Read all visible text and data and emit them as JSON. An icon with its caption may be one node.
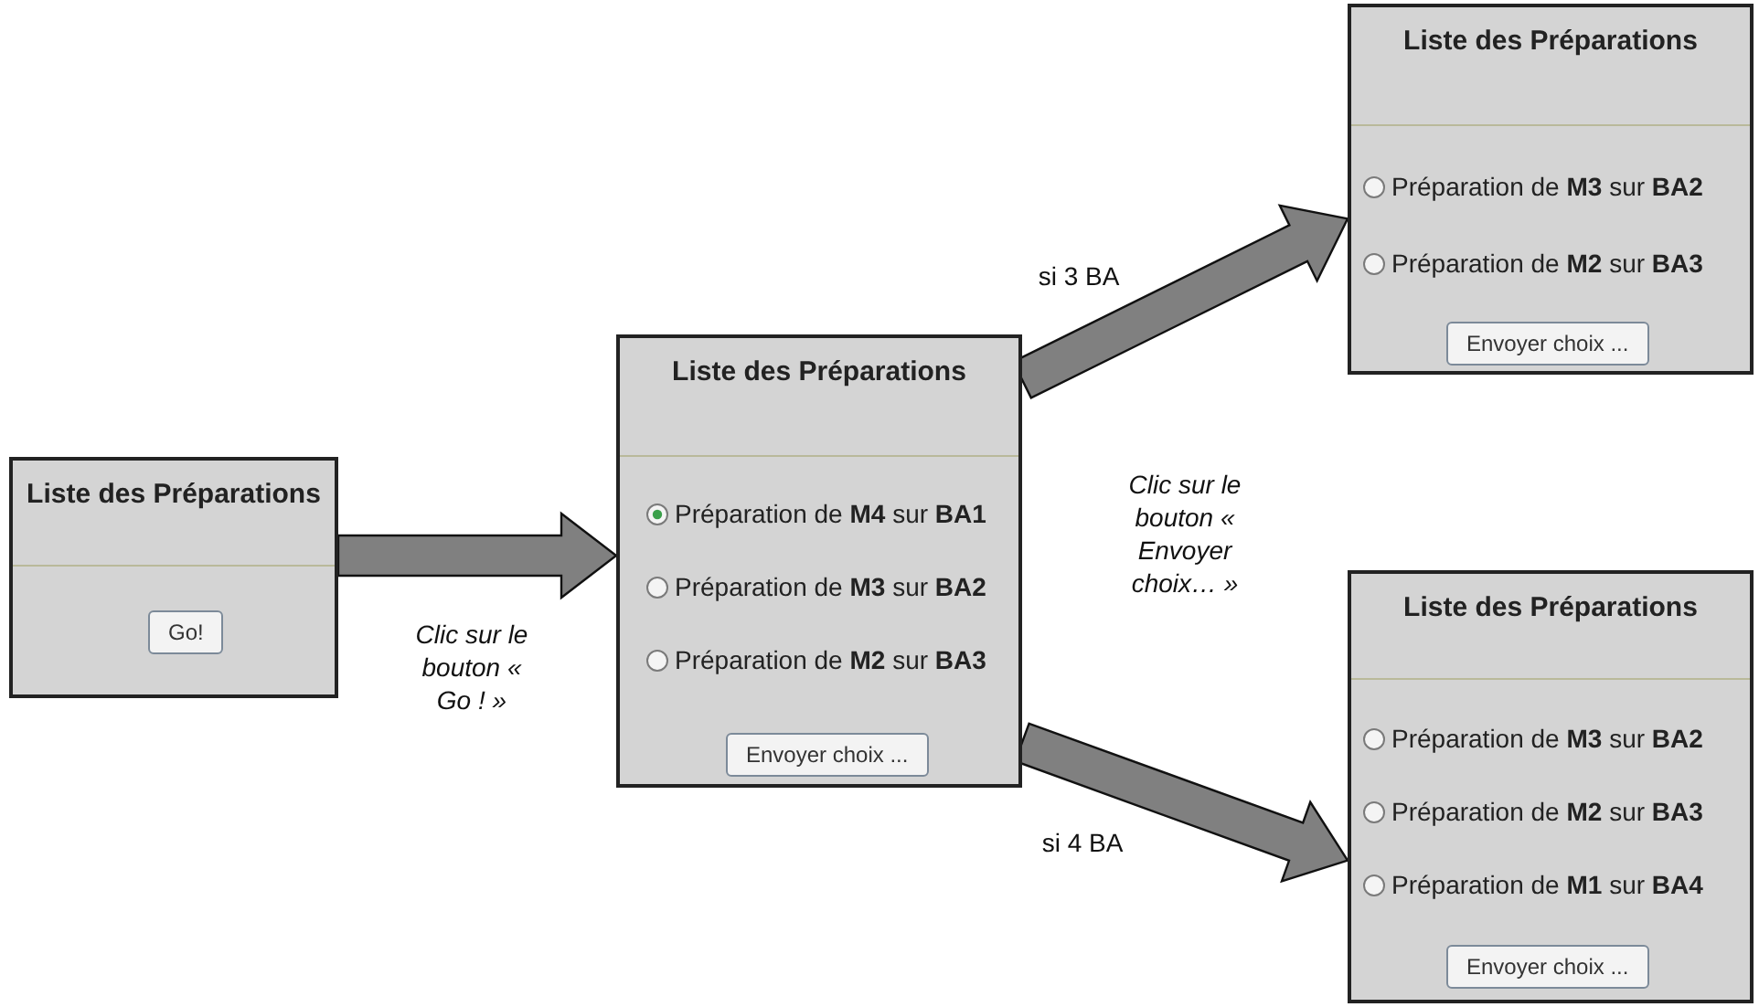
{
  "diagram": {
    "nodes": [
      {
        "text": [
          "Liste des Préparations"
        ]
      },
      {
        "text": [
          "Go!"
        ],
        "in": 0
      },
      {
        "text": [
          "Liste des Préparations"
        ]
      },
      {
        "text": [
          "Préparation de **M4** sur **BA1**"
        ],
        "in": 2
      },
      {
        "text": [
          "Préparation de **M3** sur **BA2**"
        ],
        "in": 2
      },
      {
        "text": [
          "Préparation de **M2** sur **BA3**"
        ],
        "in": 2
      },
      {
        "text": [
          "Envoyer choix ..."
        ],
        "in": 2
      },
      {
        "text": [
          "Liste des Préparations"
        ]
      },
      {
        "text": [
          "Préparation de **M3** sur **BA2**"
        ],
        "in": 7
      },
      {
        "text": [
          "Préparation de **M2** sur **BA3**"
        ],
        "in": 7
      },
      {
        "text": [
          "Envoyer choix ..."
        ],
        "in": 7
      },
      {
        "text": [
          "Liste des Préparations"
        ]
      },
      {
        "text": [
          "Préparation de **M3** sur **BA2**"
        ],
        "in": 11
      },
      {
        "text": [
          "Préparation de **M2** sur **BA3**"
        ],
        "in": 11
      },
      {
        "text": [
          "Préparation de **M1** sur **BA4**"
        ],
        "in": 11
      },
      {
        "text": [
          "Envoyer choix ..."
        ],
        "in": 11
      }
    ],
    "edges": [
      {
        "from": 0,
        "to": 2,
        "arrow": "to",
        "label": "Clic sur le bouton « Go ! »"
      },
      {
        "from": 2,
        "to": 7,
        "arrow": "to",
        "label": "si 3 BA"
      },
      {
        "from": 2,
        "to": 11,
        "arrow": "to",
        "label": "si 4 BA"
      }
    ],
    "labels": [
      "Clic sur le bouton « Envoyer choix… »"
    ]
  }
}
